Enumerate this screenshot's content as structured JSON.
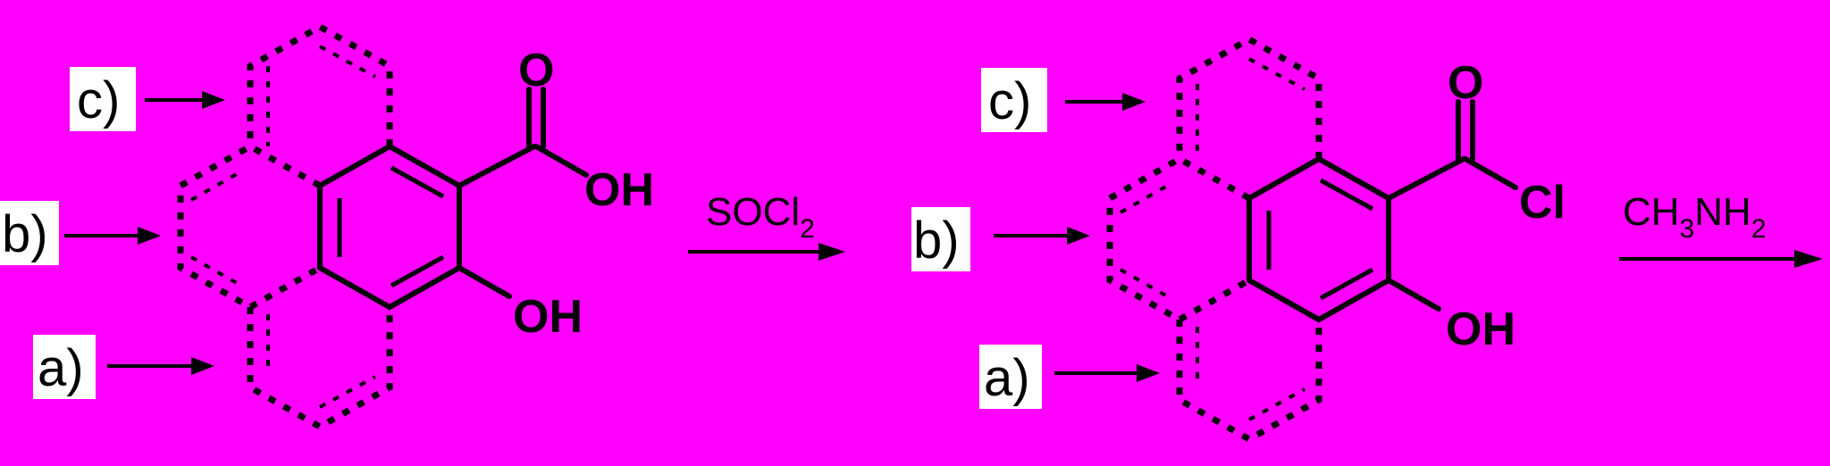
{
  "structures": [
    {
      "id": "hydroxy-acid",
      "position_labels": [
        "c)",
        "b)",
        "a)"
      ],
      "group_top": {
        "carbonyl_o": "O",
        "substituent": "OH"
      },
      "group_bottom": "OH"
    },
    {
      "id": "acid-chloride",
      "position_labels": [
        "c)",
        "b)",
        "a)"
      ],
      "group_top": {
        "carbonyl_o": "O",
        "substituent": "Cl"
      },
      "group_bottom": "OH"
    }
  ],
  "reactions": [
    {
      "reagent": "SOCl",
      "subscript": "2",
      "tail": ""
    },
    {
      "reagent": "CH",
      "subscript": "3",
      "tail": "NH",
      "subscript2": "2"
    }
  ]
}
